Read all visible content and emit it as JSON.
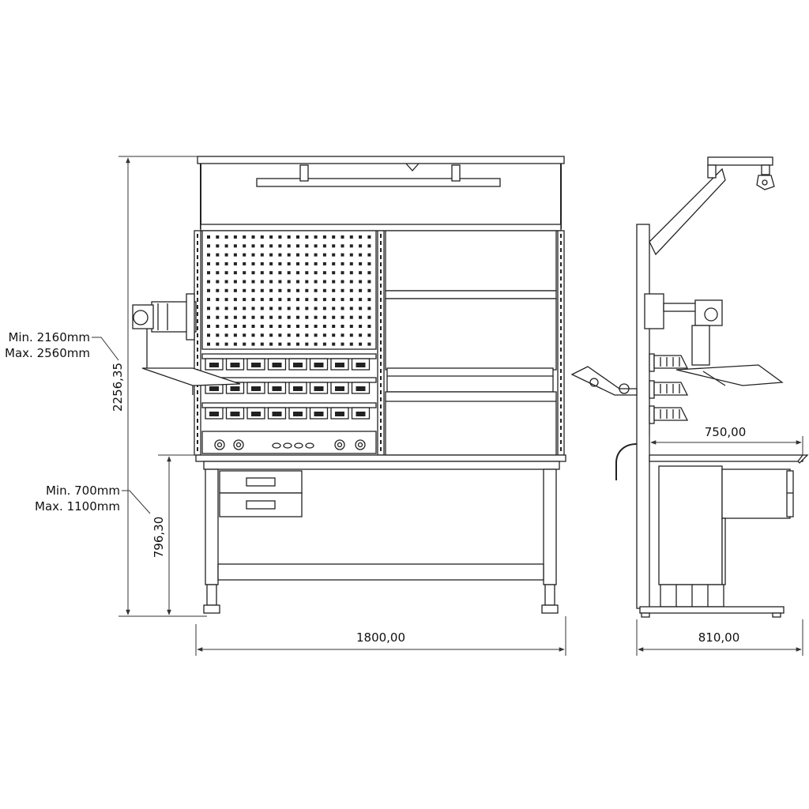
{
  "dimensions": {
    "total_width": "1800,00",
    "total_height": "2256,35",
    "table_height": "796,30",
    "side_top_depth": "750,00",
    "side_total_depth": "810,00"
  },
  "range_labels": {
    "overall_min": "Min. 2160mm",
    "overall_max": "Max. 2560mm",
    "table_min": "Min. 700mm",
    "table_max": "Max. 1100mm"
  }
}
